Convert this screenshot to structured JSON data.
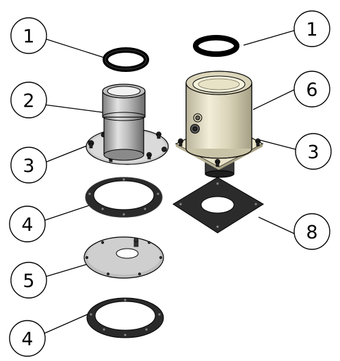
{
  "callouts": {
    "c1_left": "1",
    "c2": "2",
    "c3_left": "3",
    "c4_top": "4",
    "c5": "5",
    "c4_bottom": "4",
    "c1_right": "1",
    "c6": "6",
    "c3_right": "3",
    "c8": "8"
  }
}
